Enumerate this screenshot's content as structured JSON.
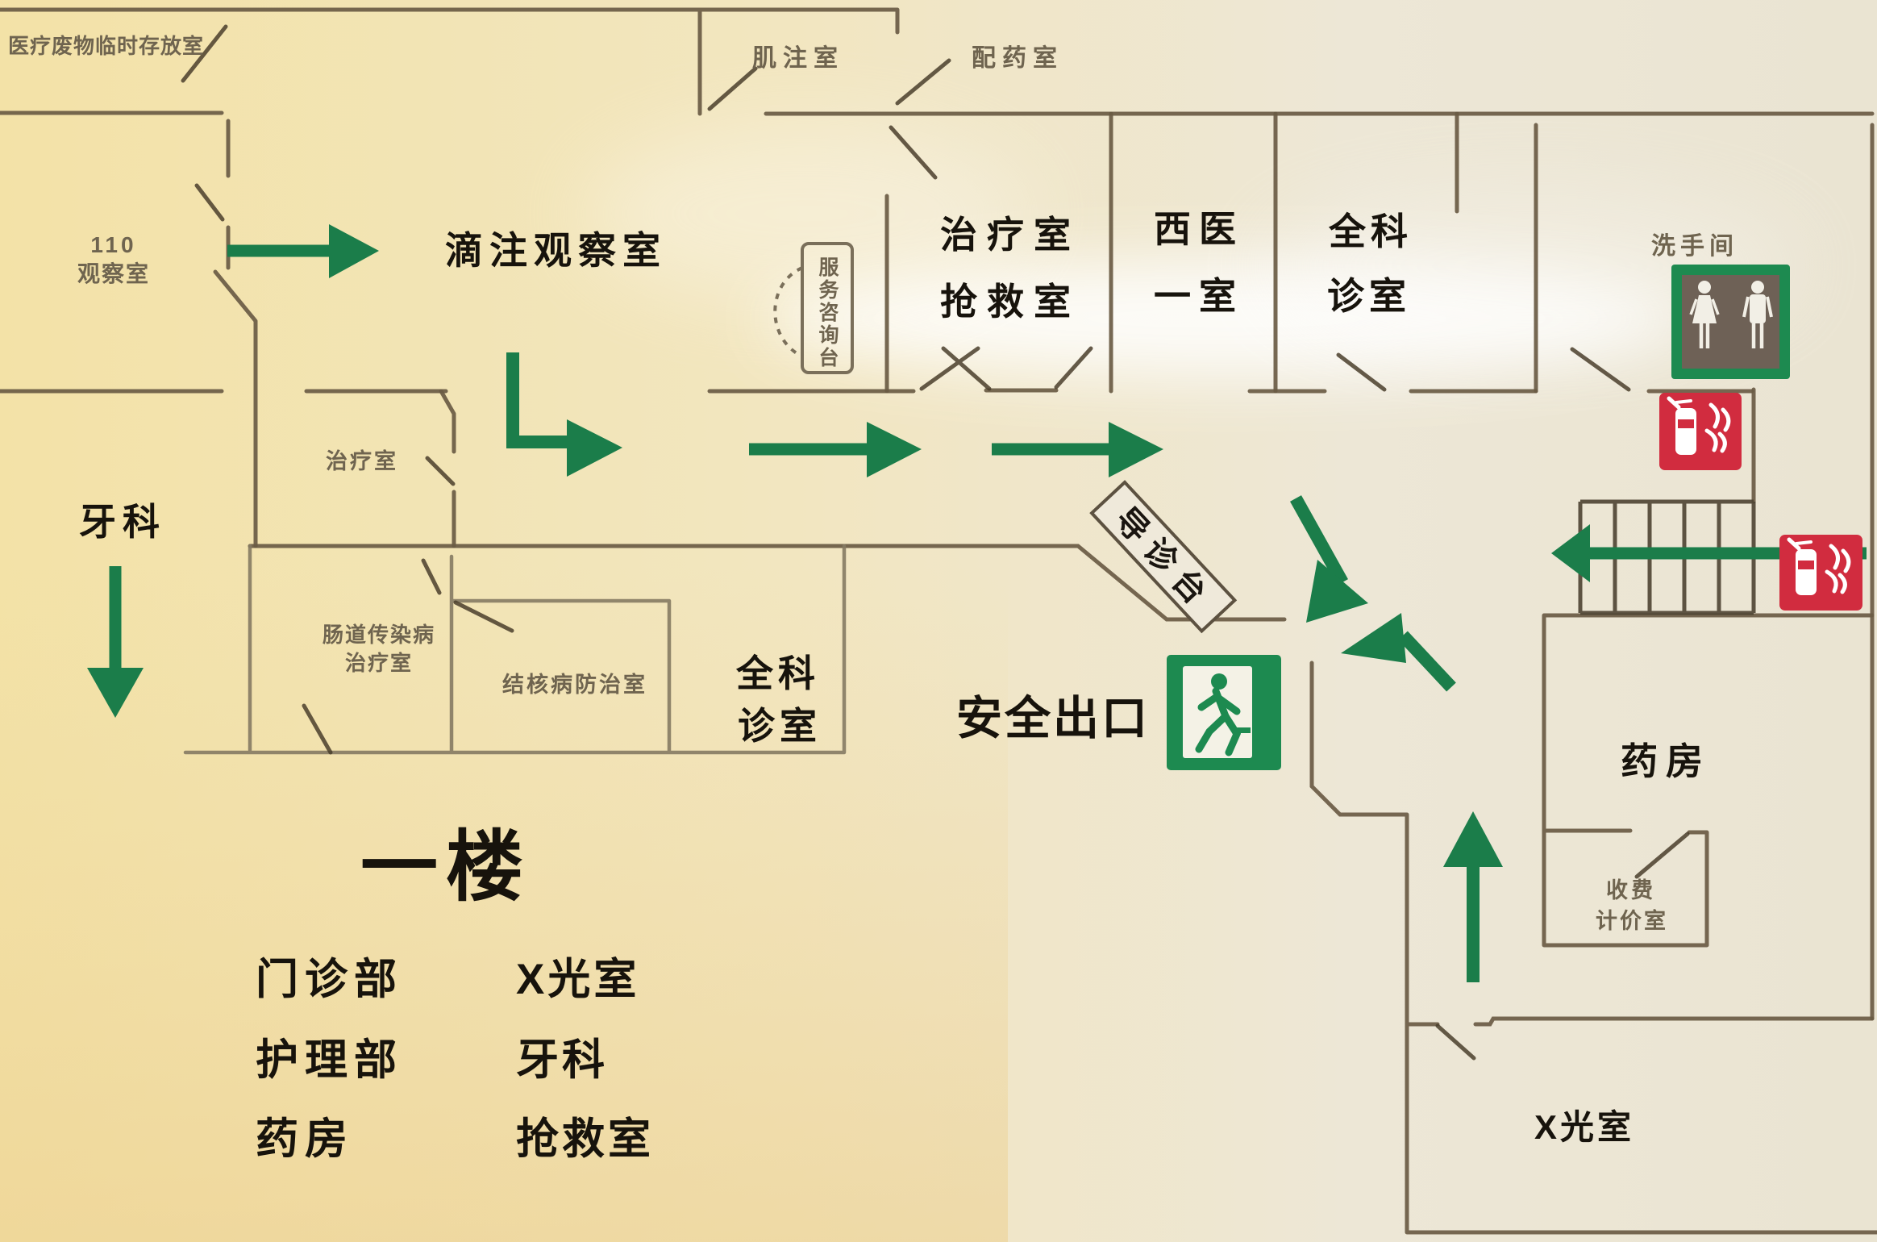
{
  "floor": {
    "title": "一楼"
  },
  "rooms": {
    "medical_waste": "医疗废物临时存放室",
    "obs110_line1": "110",
    "obs110_line2": "观察室",
    "drip_observation": "滴注观察室",
    "injection_room": "肌注室",
    "dispensing_room": "配药室",
    "treatment_rescue_line1": "治疗室",
    "treatment_rescue_line2": "抢救室",
    "western_medicine_line1": "西医",
    "western_medicine_line2": "一室",
    "general_clinic_top_line1": "全科",
    "general_clinic_top_line2": "诊室",
    "restroom": "洗手间",
    "service_desk": "服务咨询台",
    "treatment_room_small": "治疗室",
    "dental": "牙科",
    "intestinal_line1": "肠道传染病",
    "intestinal_line2": "治疗室",
    "tb_room": "结核病防治室",
    "general_clinic_bottom_line1": "全科",
    "general_clinic_bottom_line2": "诊室",
    "triage_desk": "导诊台",
    "safety_exit": "安全出口",
    "pharmacy": "药房",
    "fee_room_line1": "收费",
    "fee_room_line2": "计价室",
    "xray_room": "X光室"
  },
  "legend": {
    "col1": [
      "门诊部",
      "护理部",
      "药房"
    ],
    "col2": [
      "X光室",
      "牙科",
      "抢救室"
    ]
  },
  "icons": {
    "exit_running_man": "running-man-exit-icon",
    "restroom_figures": "man-woman-restroom-icon",
    "fire_extinguisher": "fire-extinguisher-icon"
  },
  "colors": {
    "arrow_green": "#1b7d4a",
    "sign_green": "#1d8a50",
    "fire_red": "#d12c3f",
    "wall_brown": "#6a5b44",
    "toilet_brown": "#6e6156",
    "text_dark": "#17130c",
    "text_gray": "#6f644f",
    "background": "#f2e2aa"
  }
}
